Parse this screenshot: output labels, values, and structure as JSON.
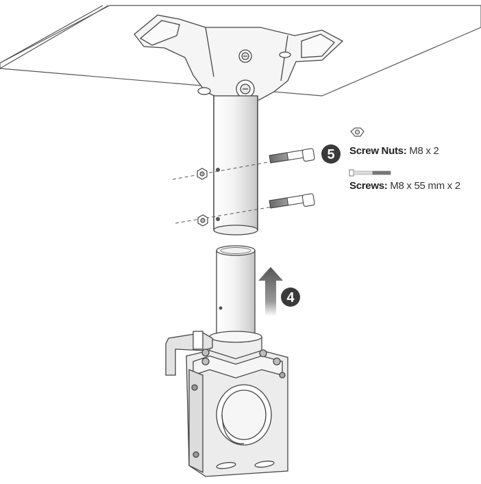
{
  "steps": {
    "step_lift": "4",
    "step_fasten": "5"
  },
  "legend": {
    "nuts_name": "Screw Nuts:",
    "nuts_spec": " M8  x 2",
    "screws_name": "Screws:",
    "screws_spec": " M8 x 55 mm x 2"
  },
  "colors": {
    "line": "#444444",
    "metal_light": "#f4f4f4",
    "metal_mid": "#d6d6d6",
    "metal_dark": "#9a9a9a",
    "badge": "#3a3a3a",
    "thread": "#7a7a7a"
  },
  "icons": {
    "nut": "hex-nut-icon",
    "screw": "bolt-icon",
    "arrow": "up-arrow-icon"
  }
}
